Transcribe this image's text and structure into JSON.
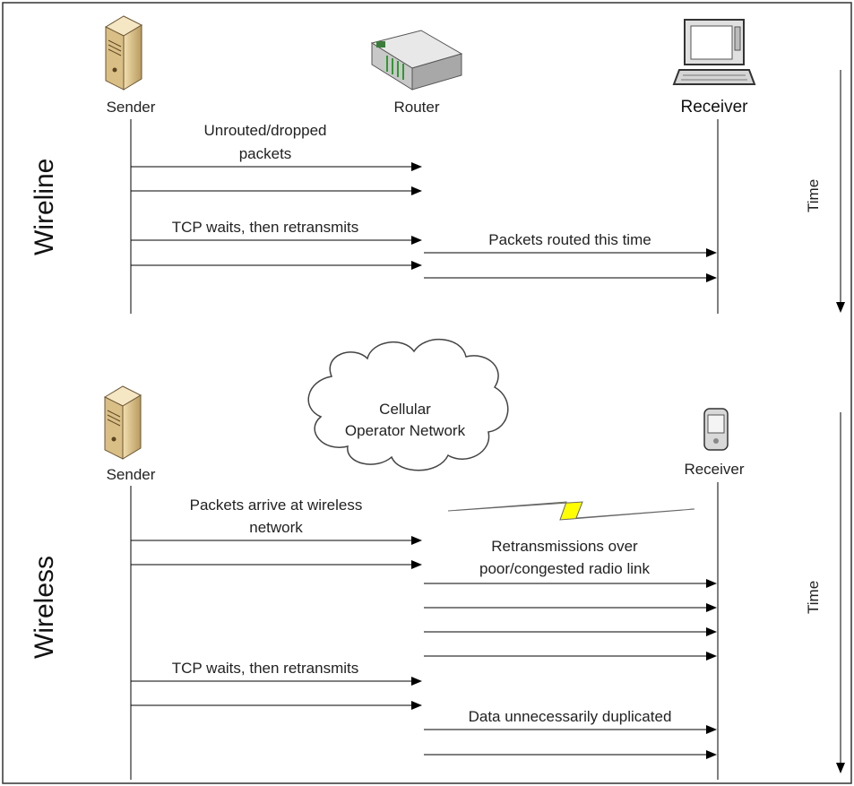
{
  "wireline": {
    "section_label": "Wireline",
    "time_label": "Time",
    "nodes": {
      "sender": "Sender",
      "router": "Router",
      "receiver": "Receiver"
    },
    "annotations": {
      "dropped_line1": "Unrouted/dropped",
      "dropped_line2": "packets",
      "tcp_wait": "TCP waits, then retransmits",
      "routed": "Packets routed this time"
    }
  },
  "wireless": {
    "section_label": "Wireless",
    "time_label": "Time",
    "nodes": {
      "sender": "Sender",
      "receiver": "Receiver"
    },
    "cloud_line1": "Cellular",
    "cloud_line2": "Operator Network",
    "annotations": {
      "arrive_line1": "Packets arrive at wireless",
      "arrive_line2": "network",
      "retrans_line1": "Retransmissions over",
      "retrans_line2": "poor/congested radio link",
      "tcp_wait": "TCP waits, then retransmits",
      "duplicated": "Data unnecessarily duplicated"
    }
  },
  "colors": {
    "lightning": "#ffff00",
    "border": "#333333",
    "line": "#000000"
  }
}
